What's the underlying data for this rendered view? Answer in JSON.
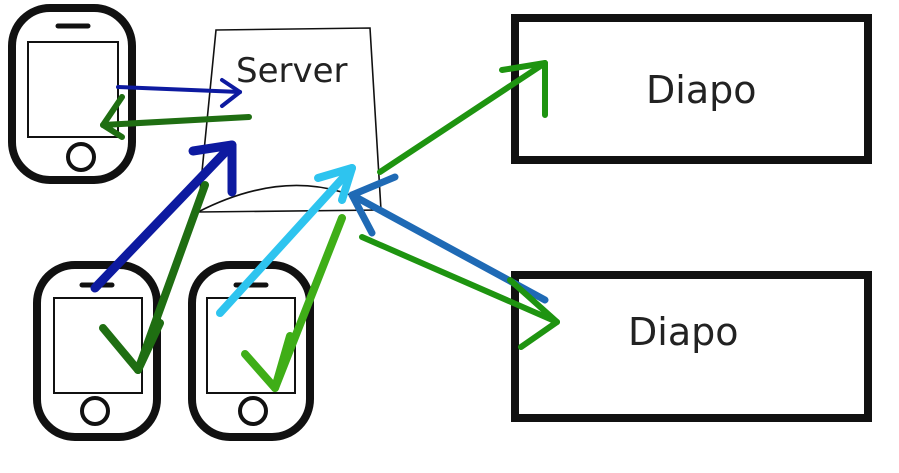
{
  "server": {
    "label": "Server"
  },
  "displays": [
    {
      "label": "Diapo"
    },
    {
      "label": "Diapo"
    }
  ],
  "colors": {
    "navy_arrow": "#0d1aa0",
    "dark_green_arrow": "#1f6e12",
    "green_arrow": "#1e9410",
    "light_green_arrow": "#3fae17",
    "cyan_arrow": "#2ec4ef",
    "steel_blue_arrow": "#1f6ab5",
    "outline": "#111111"
  }
}
